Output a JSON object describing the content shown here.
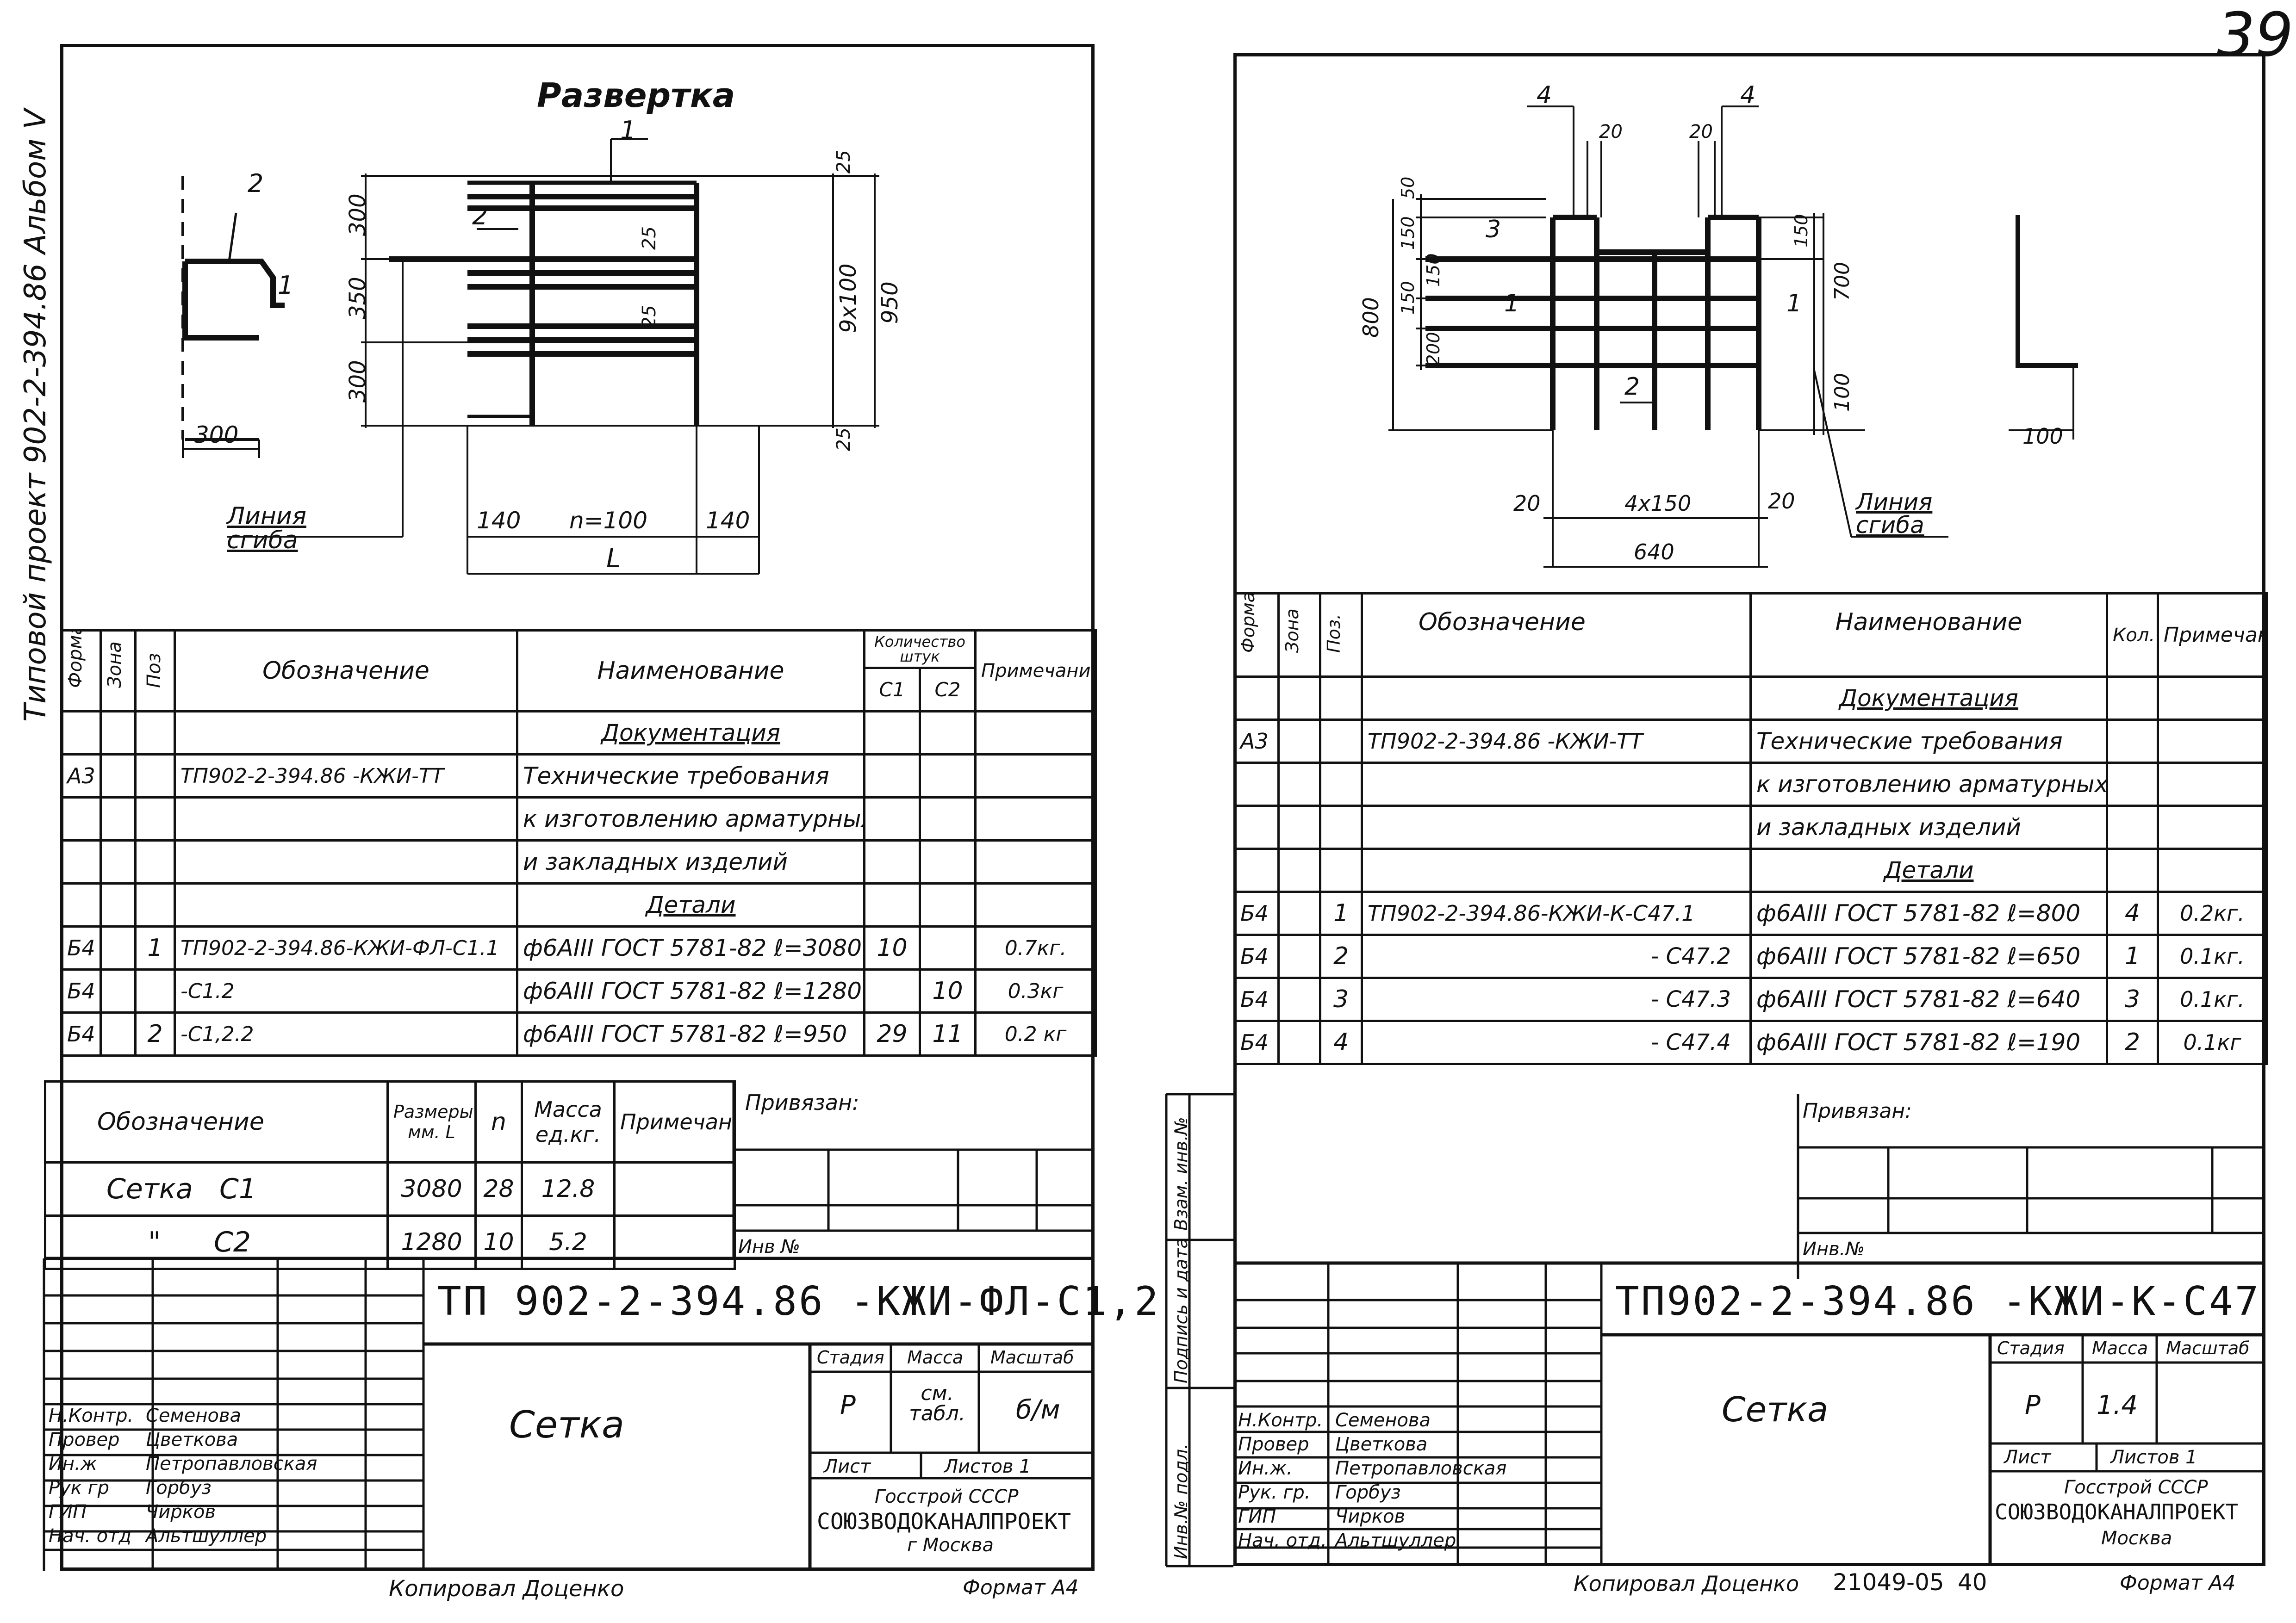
{
  "page_number": "39",
  "left": {
    "margin_title": "Типовой проект 902-2-394.86 Альбом V",
    "drawing": {
      "title": "Развертка",
      "pos_labels": [
        "1",
        "2",
        "2",
        "1"
      ],
      "dims_vertical": [
        "300",
        "350",
        "300",
        "25",
        "25",
        "25",
        "25",
        "9x100",
        "950"
      ],
      "dims_bottom": [
        "140",
        "n=100",
        "140"
      ],
      "dim_L": "L",
      "dim_left": "300",
      "bend_line": "Линия сгиба"
    },
    "spec_header": {
      "format": "Формат",
      "zone": "Зона",
      "pos": "Поз",
      "designation": "Обозначение",
      "name": "Наименование",
      "qty": "Количество штук",
      "c1": "С1",
      "c2": "С2",
      "note": "Примечание"
    },
    "spec_rows": [
      {
        "format": "",
        "zone": "",
        "pos": "",
        "designation": "",
        "name": "Документация",
        "c1": "",
        "c2": "",
        "note": "",
        "section": true
      },
      {
        "format": "А3",
        "zone": "",
        "pos": "",
        "designation": "ТП902-2-394.86 -КЖИ-ТТ",
        "name": "Технические требования",
        "c1": "",
        "c2": "",
        "note": ""
      },
      {
        "format": "",
        "zone": "",
        "pos": "",
        "designation": "",
        "name": "к изготовлению арматурных",
        "c1": "",
        "c2": "",
        "note": ""
      },
      {
        "format": "",
        "zone": "",
        "pos": "",
        "designation": "",
        "name": "и закладных изделий",
        "c1": "",
        "c2": "",
        "note": ""
      },
      {
        "format": "",
        "zone": "",
        "pos": "",
        "designation": "",
        "name": "Детали",
        "c1": "",
        "c2": "",
        "note": "",
        "section": true
      },
      {
        "format": "Б4",
        "zone": "",
        "pos": "1",
        "designation": "ТП902-2-394.86-КЖИ-ФЛ-С1.1",
        "name": "ф6АIII ГОСТ 5781-82 ℓ=3080",
        "c1": "10",
        "c2": "",
        "note": "0.7кг."
      },
      {
        "format": "Б4",
        "zone": "",
        "pos": "",
        "designation": "-С1.2",
        "name": "ф6АIII ГОСТ 5781-82 ℓ=1280",
        "c1": "",
        "c2": "10",
        "note": "0.3кг"
      },
      {
        "format": "Б4",
        "zone": "",
        "pos": "2",
        "designation": "-С1,2.2",
        "name": "ф6АIII ГОСТ 5781-82 ℓ=950",
        "c1": "29",
        "c2": "11",
        "note": "0.2 кг"
      }
    ],
    "mesh_table": {
      "headers": [
        "Обозначение",
        "Размеры мм. L",
        "n",
        "Масса ед.кг.",
        "Примечание."
      ],
      "rows": [
        [
          "Сетка   С1",
          "3080",
          "28",
          "12.8",
          ""
        ],
        [
          "\"      С2",
          "1280",
          "10",
          "5.2",
          ""
        ]
      ]
    },
    "attached": "Привязан:",
    "inv": "Инв №",
    "doc_code": "ТП 902-2-394.86 -КЖИ-ФЛ-С1,2",
    "doc_name": "Сетка",
    "stage_label": "Стадия",
    "mass_label": "Масса",
    "scale_label": "Масштаб",
    "stage": "Р",
    "mass": "см. табл.",
    "scale": "б/м",
    "sheet_label": "Лист",
    "sheets_label": "Листов 1",
    "org1": "Госстрой СССР",
    "org2": "СОЮЗВОДОКАНАЛПРОЕКТ",
    "org3": "г Москва",
    "roles": [
      [
        "Н.Контр.",
        "Семенова"
      ],
      [
        "Провер",
        "Цветкова"
      ],
      [
        "Ин.ж",
        "Петропавловская"
      ],
      [
        "Рук гр",
        "Горбуз"
      ],
      [
        "ГИП",
        "Чирков"
      ],
      [
        "Нач. отд",
        "Альтшуллер"
      ]
    ],
    "copied": "Копировал  Доценко",
    "format": "Формат А4"
  },
  "right": {
    "drawing": {
      "pos_labels": [
        "4",
        "4",
        "3",
        "1",
        "1",
        "2"
      ],
      "dims_top": [
        "20",
        "20"
      ],
      "dims_vertical_left": [
        "50",
        "150",
        "150",
        "150",
        "200",
        "800"
      ],
      "dims_vertical_right": [
        "150",
        "700",
        "100"
      ],
      "dims_bottom": [
        "20",
        "4x150",
        "20",
        "640"
      ],
      "dim_right": "100",
      "bend_line": "Линия сгиба"
    },
    "spec_header": {
      "format": "Формат",
      "zone": "Зона",
      "pos": "Поз.",
      "designation": "Обозначение",
      "name": "Наименование",
      "qty": "Кол.",
      "note": "Примечание"
    },
    "spec_rows": [
      {
        "format": "",
        "zone": "",
        "pos": "",
        "designation": "",
        "name": "Документация",
        "qty": "",
        "note": "",
        "section": true
      },
      {
        "format": "А3",
        "zone": "",
        "pos": "",
        "designation": "ТП902-2-394.86 -КЖИ-ТТ",
        "name": "Технические требования",
        "qty": "",
        "note": ""
      },
      {
        "format": "",
        "zone": "",
        "pos": "",
        "designation": "",
        "name": "к изготовлению арматурных",
        "qty": "",
        "note": ""
      },
      {
        "format": "",
        "zone": "",
        "pos": "",
        "designation": "",
        "name": "и закладных изделий",
        "qty": "",
        "note": ""
      },
      {
        "format": "",
        "zone": "",
        "pos": "",
        "designation": "",
        "name": "Детали",
        "qty": "",
        "note": "",
        "section": true
      },
      {
        "format": "Б4",
        "zone": "",
        "pos": "1",
        "designation": "ТП902-2-394.86-КЖИ-К-С47.1",
        "name": "ф6АIII ГОСТ 5781-82 ℓ=800",
        "qty": "4",
        "note": "0.2кг."
      },
      {
        "format": "Б4",
        "zone": "",
        "pos": "2",
        "designation": "- С47.2",
        "name": "ф6АIII ГОСТ 5781-82 ℓ=650",
        "qty": "1",
        "note": "0.1кг."
      },
      {
        "format": "Б4",
        "zone": "",
        "pos": "3",
        "designation": "- С47.3",
        "name": "ф6АIII ГОСТ 5781-82 ℓ=640",
        "qty": "3",
        "note": "0.1кг."
      },
      {
        "format": "Б4",
        "zone": "",
        "pos": "4",
        "designation": "- С47.4",
        "name": "ф6АIII ГОСТ 5781-82 ℓ=190",
        "qty": "2",
        "note": "0.1кг"
      }
    ],
    "side_labels": [
      "Взам. инв.№",
      "Подпись и дата",
      "Инв.№ подл."
    ],
    "attached": "Привязан:",
    "inv": "Инв.№",
    "doc_code": "ТП902-2-394.86 -КЖИ-К-С47",
    "doc_name": "Сетка",
    "stage_label": "Стадия",
    "mass_label": "Масса",
    "scale_label": "Масштаб",
    "stage": "Р",
    "mass": "1.4",
    "scale": "",
    "sheet_label": "Лист",
    "sheets_label": "Листов 1",
    "org1": "Госстрой СССР",
    "org2": "СОЮЗВОДОКАНАЛПРОЕКТ",
    "org3": "Москва",
    "roles": [
      [
        "Н.Контр.",
        "Семенова"
      ],
      [
        "Провер",
        "Цветкова"
      ],
      [
        "Ин.ж.",
        "Петропавловская"
      ],
      [
        "Рук. гр.",
        "Горбуз"
      ],
      [
        "ГИП",
        "Чирков"
      ],
      [
        "Нач. отд.",
        "Альтшуллер"
      ]
    ],
    "copied": "Копировал  Доценко",
    "archive_no": "21049-05",
    "archive_sheet": "40",
    "format": "Формат А4"
  }
}
